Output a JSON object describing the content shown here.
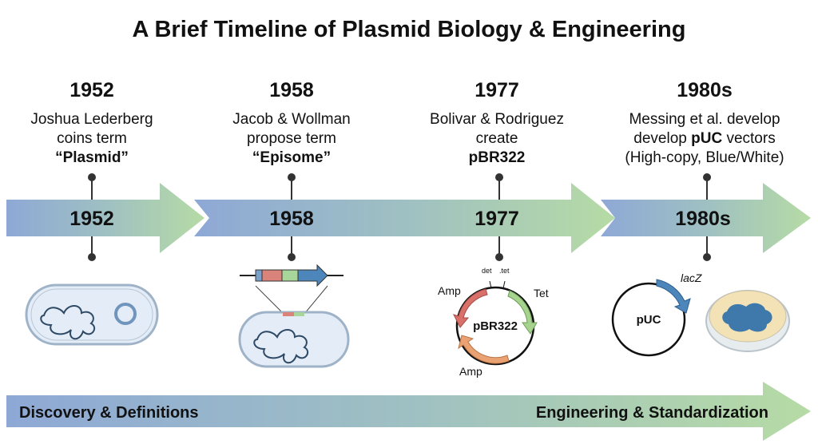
{
  "title": "A Brief Timeline of Plasmid Biology & Engineering",
  "events": [
    {
      "year": "1952",
      "lines": [
        "Joshua Lederberg",
        "coins term"
      ],
      "bold": "“Plasmid”",
      "band_label": "1952"
    },
    {
      "year": "1958",
      "lines": [
        "Jacob & Wollman",
        "propose term"
      ],
      "bold": "“Episome”",
      "band_label": "1958"
    },
    {
      "year": "1977",
      "lines": [
        "Bolivar & Rodriguez",
        "create"
      ],
      "bold": "pBR322",
      "band_label": "1977"
    },
    {
      "year": "1980s",
      "lines": [
        "Messing et al. develop",
        "(High-copy, Blue/White)"
      ],
      "line2_prefix": "develop ",
      "line2_bold": "pUC",
      "line2_suffix": " vectors",
      "band_label": "1980s"
    }
  ],
  "pbr322": {
    "name": "pBR322",
    "labels": [
      "Amp",
      "Tet",
      "Amp",
      "det",
      ".tet"
    ]
  },
  "puc": {
    "name": "pUC",
    "gene": "lacZ"
  },
  "bottom_band": {
    "left": "Discovery & Definitions",
    "right": "Engineering & Standardization"
  },
  "colors": {
    "blue": "#8ea8d6",
    "teal": "#a0c3bf",
    "green": "#b6dba5"
  }
}
